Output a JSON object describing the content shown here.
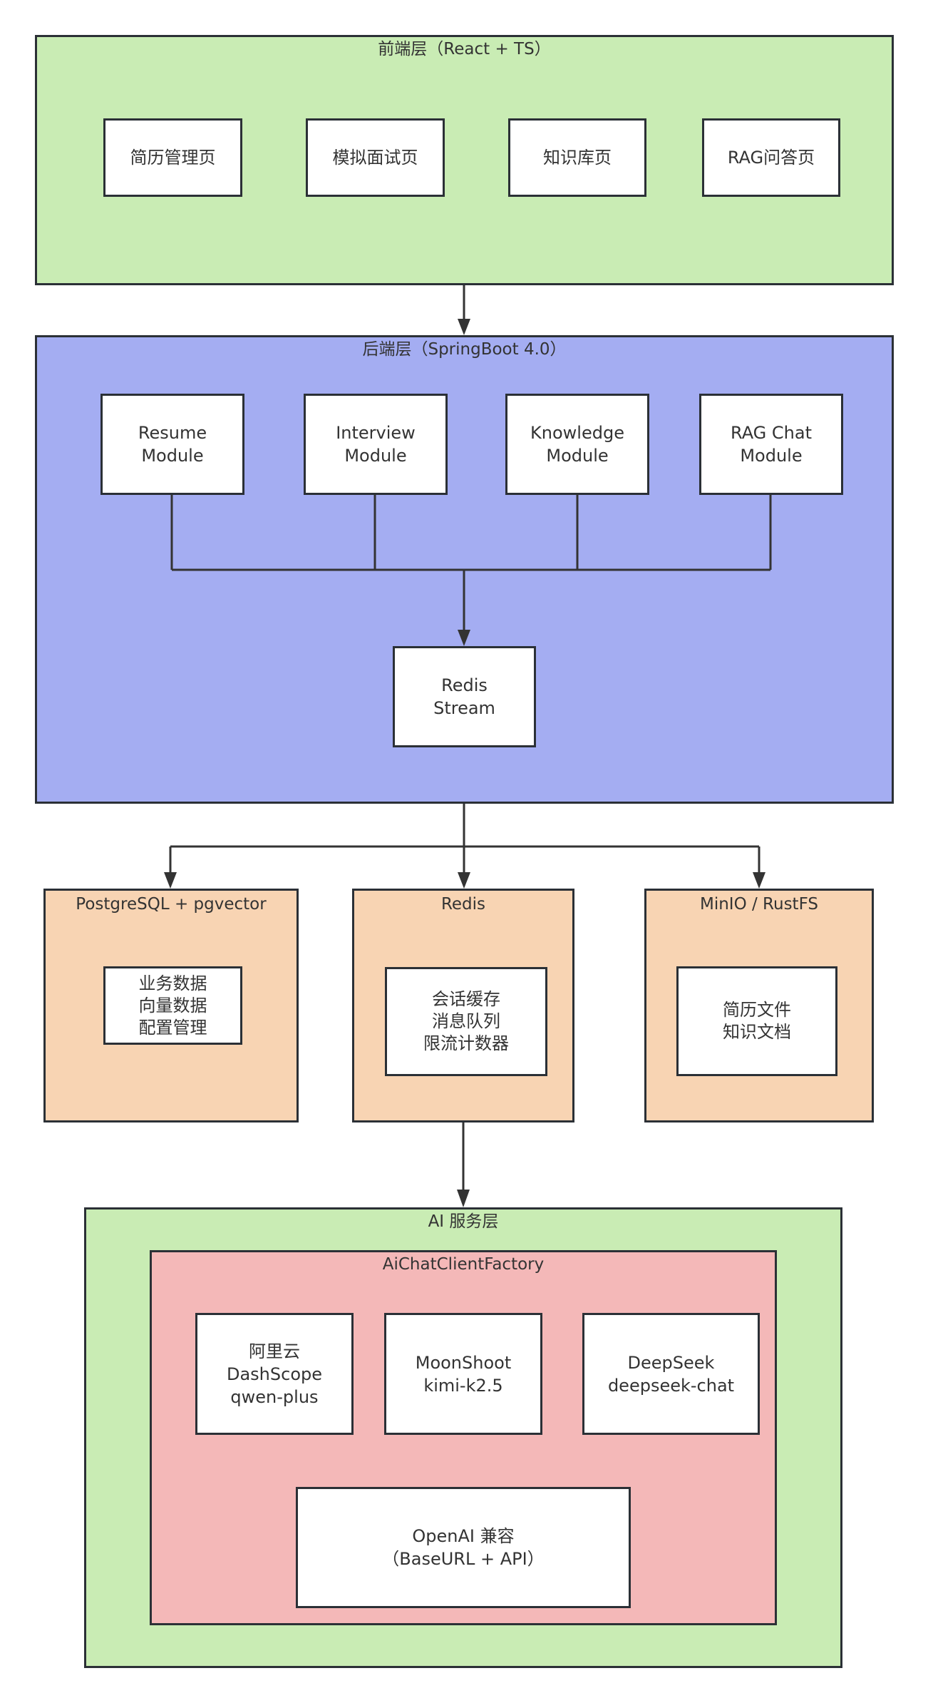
{
  "diagram": {
    "frontend": {
      "title": "前端层（React + TS）",
      "nodes": [
        "简历管理页",
        "模拟面试页",
        "知识库页",
        "RAG问答页"
      ]
    },
    "backend": {
      "title": "后端层（SpringBoot 4.0）",
      "modules": [
        "Resume\nModule",
        "Interview\nModule",
        "Knowledge\nModule",
        "RAG Chat\nModule"
      ],
      "stream": "Redis\nStream"
    },
    "storage": [
      {
        "title": "PostgreSQL + pgvector",
        "content": "业务数据\n向量数据\n配置管理"
      },
      {
        "title": "Redis",
        "content": "会话缓存\n消息队列\n限流计数器"
      },
      {
        "title": "MinIO / RustFS",
        "content": "简历文件\n知识文档"
      }
    ],
    "ai": {
      "title": "AI 服务层",
      "factory": {
        "title": "AiChatClientFactory",
        "providers": [
          "阿里云\nDashScope\nqwen-plus",
          "MoonShoot\nkimi-k2.5",
          "DeepSeek\ndeepseek-chat"
        ],
        "openai": "OpenAI 兼容\n（BaseURL + API）"
      }
    },
    "edges": [
      {
        "from": "frontend",
        "to": "backend"
      },
      {
        "from": "Resume Module",
        "to": "Redis Stream"
      },
      {
        "from": "Interview Module",
        "to": "Redis Stream"
      },
      {
        "from": "Knowledge Module",
        "to": "Redis Stream"
      },
      {
        "from": "RAG Chat Module",
        "to": "Redis Stream"
      },
      {
        "from": "backend",
        "to": "PostgreSQL + pgvector"
      },
      {
        "from": "backend",
        "to": "Redis"
      },
      {
        "from": "backend",
        "to": "MinIO / RustFS"
      },
      {
        "from": "Redis",
        "to": "AI 服务层"
      }
    ],
    "colors": {
      "frontend": "#c9ecb4",
      "backend": "#a4adf2",
      "storage": "#f8d4b3",
      "ai": "#c9ecb4",
      "factory": "#f4b8b8",
      "border": "#2b3036"
    }
  }
}
